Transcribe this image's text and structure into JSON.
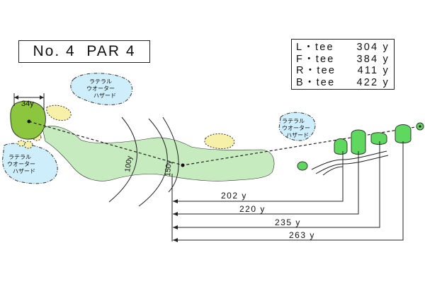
{
  "hole": {
    "title": "No. 4  PAR 4"
  },
  "tees": [
    {
      "name": "L・tee",
      "yards": "304 y"
    },
    {
      "name": "F・tee",
      "yards": "384 y"
    },
    {
      "name": "R・tee",
      "yards": "411 y"
    },
    {
      "name": "B・tee",
      "yards": "422 y"
    }
  ],
  "green": {
    "width_label": "34y"
  },
  "hazards": [
    {
      "lines": [
        "ラテラル",
        "ウオーター",
        "ハザード"
      ]
    },
    {
      "lines": [
        "ラテラル",
        "ウオーター",
        "ハザード"
      ]
    },
    {
      "lines": [
        "ラテラル",
        "ウオーター",
        "ハザード"
      ]
    }
  ],
  "arc_labels": {
    "inner": "100y",
    "outer": "150y"
  },
  "distances": [
    "202 y",
    "220 y",
    "235 y",
    "263 y"
  ],
  "colors": {
    "fairway": "#c6ebbe",
    "green": "#8cc63f",
    "tee": "#5ed85e",
    "water": "#cdeefa",
    "bunker": "#f6f0a8",
    "line": "#222222"
  }
}
